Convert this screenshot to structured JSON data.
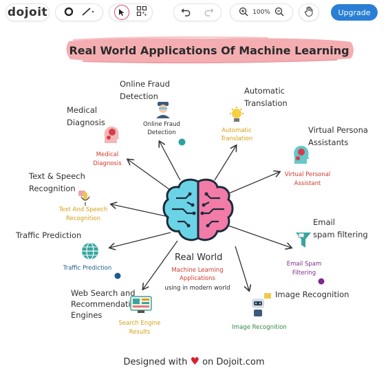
{
  "toolbar": {
    "logo": "dojoit",
    "zoom_level": "100%",
    "upgrade_label": "Upgrade",
    "accent_color": "#2a7fd4"
  },
  "canvas": {
    "title": "Real World Applications Of Machine Learning",
    "center": {
      "heading": "Real World",
      "line1": "Machine Learning",
      "line2": "Applications",
      "line3": "using in modern world"
    },
    "nodes": {
      "fraud": {
        "title_l1": "Online Fraud",
        "title_l2": "Detection",
        "sub_l1": "Online Fraud",
        "sub_l2": "Detection"
      },
      "translation": {
        "title_l1": "Automatic",
        "title_l2": "Translation",
        "sub_l1": "Automatic",
        "sub_l2": "Translation"
      },
      "medical": {
        "title_l1": "Medical",
        "title_l2": "Diagnosis",
        "sub_l1": "Medical",
        "sub_l2": "Diagnosis"
      },
      "virtual": {
        "title_l1": "Virtual Persona",
        "title_l2": "Assistants",
        "sub_l1": "Virtual Personal",
        "sub_l2": "Assistant"
      },
      "speech": {
        "title_l1": "Text & Speech",
        "title_l2": "Recognition",
        "sub_l1": "Text And Speech",
        "sub_l2": "Recognition"
      },
      "email": {
        "title_l1": "Email",
        "title_l2": "spam filtering",
        "sub_l1": "Email Spam",
        "sub_l2": "Filtering"
      },
      "traffic": {
        "title_l1": "Traffic Prediction",
        "sub_l1": "Traffic Prediction"
      },
      "image": {
        "title_l1": "Image Recognition",
        "sub_l1": "Image Recognition"
      },
      "search": {
        "title_l1": "Web Search and",
        "title_l2": "Recommendation",
        "title_l3": "Engines",
        "sub_l1": "Search Engine",
        "sub_l2": "Results"
      }
    },
    "footer": {
      "prefix": "Designed with",
      "suffix": "on Dojoit.com"
    }
  }
}
